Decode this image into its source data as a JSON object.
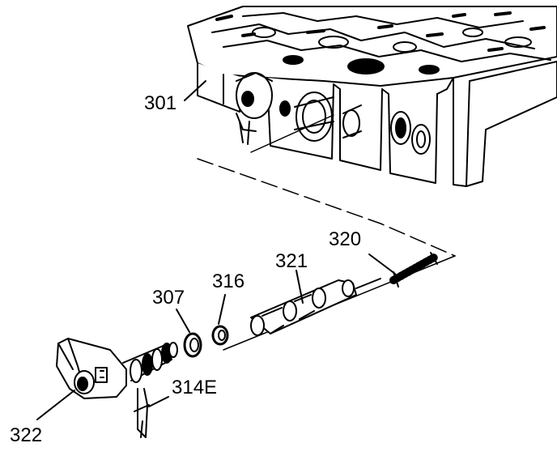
{
  "figure": {
    "callouts": {
      "valve_body": "301",
      "spring": "320",
      "valve": "321",
      "seal_316": "316",
      "seal_307": "307",
      "retainer": "314E",
      "solenoid": "322"
    }
  },
  "colors": {
    "ink": "#000000",
    "paper": "#ffffff"
  }
}
